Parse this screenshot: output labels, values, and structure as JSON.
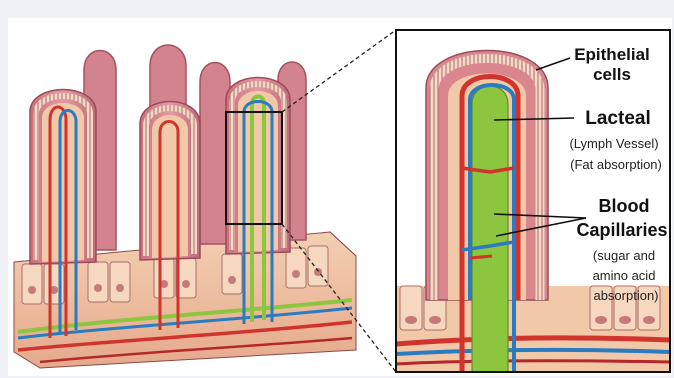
{
  "labels": {
    "epithelial_1": "Epithelial",
    "epithelial_2": "cells",
    "lacteal": "Lacteal",
    "lacteal_sub1": "(Lymph Vessel)",
    "lacteal_sub2": "(Fat absorption)",
    "blood_1": "Blood",
    "blood_2": "Capillaries",
    "blood_sub1": "(sugar and",
    "blood_sub2": "amino acid",
    "blood_sub3": "absorption)"
  },
  "colors": {
    "tissue": "#d98a92",
    "tissue_dark": "#b8646f",
    "mucosa_light": "#f1c9a8",
    "lacteal": "#8cc63f",
    "artery": "#d0342c",
    "vein": "#2b7bc0",
    "background": "#eef0f5"
  }
}
